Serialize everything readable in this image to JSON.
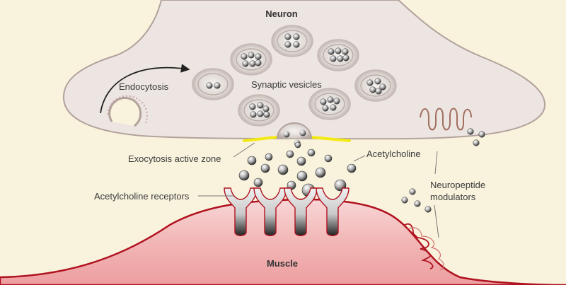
{
  "labels": {
    "neuron": "Neuron",
    "synaptic_vesicles": "Synaptic vesicles",
    "endocytosis": "Endocytosis",
    "exocytosis_active_zone": "Exocytosis active zone",
    "acetylcholine": "Acetylcholine",
    "acetylcholine_receptors": "Acetylcholine receptors",
    "neuropeptide_line1": "Neuropeptide",
    "neuropeptide_line2": "modulators",
    "muscle": "Muscle"
  },
  "colors": {
    "background": "#f9f3dd",
    "neuron_fill": "#ece5e2",
    "neuron_outline": "#b3a29c",
    "muscle_fill": "#f2b9b9",
    "muscle_outline": "#b0121f",
    "active_zone": "#f3ea14",
    "receptor": "#e4e4e4",
    "neuropeptide": "#a2705f"
  },
  "vesicle_count": 9,
  "receptor_count": 4
}
